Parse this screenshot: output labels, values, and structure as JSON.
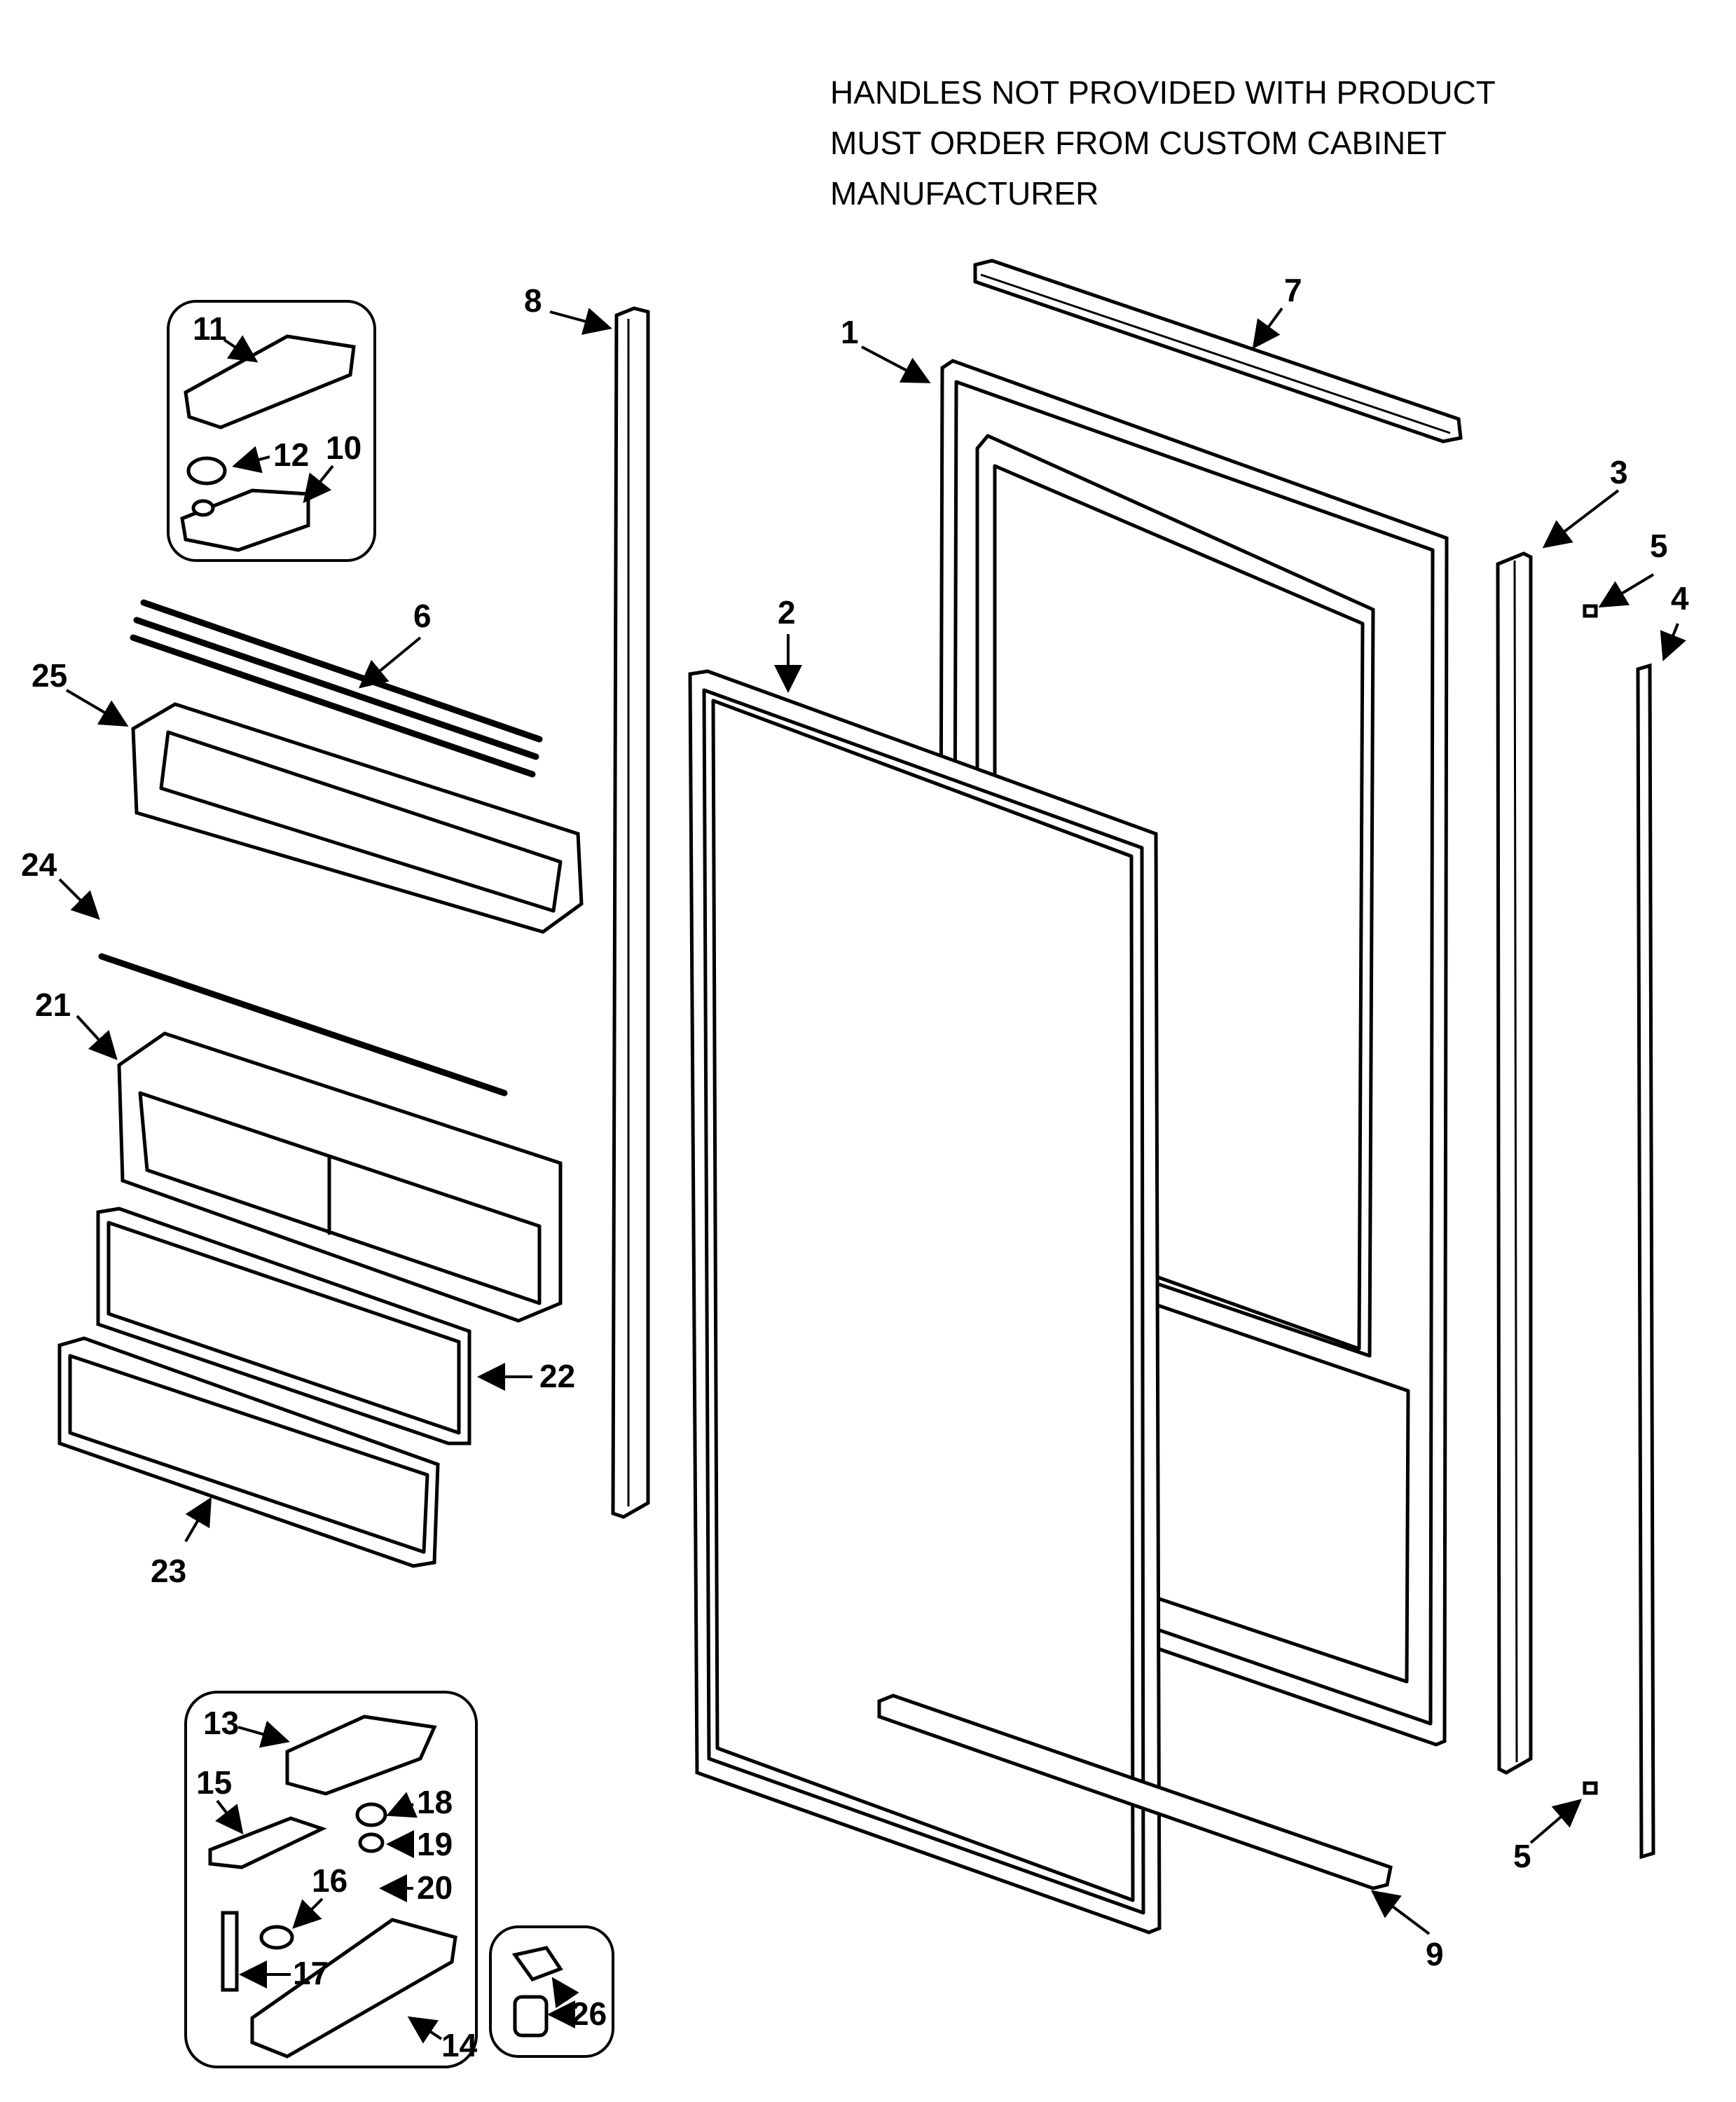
{
  "note": {
    "lines": [
      "HANDLES NOT PROVIDED WITH PRODUCT",
      "MUST ORDER FROM CUSTOM CABINET",
      "MANUFACTURER"
    ]
  },
  "callouts": [
    "1",
    "2",
    "3",
    "4",
    "5",
    "5",
    "6",
    "7",
    "8",
    "9",
    "10",
    "11",
    "12",
    "13",
    "14",
    "15",
    "16",
    "17",
    "18",
    "19",
    "20",
    "21",
    "22",
    "23",
    "24",
    "25",
    "26"
  ]
}
